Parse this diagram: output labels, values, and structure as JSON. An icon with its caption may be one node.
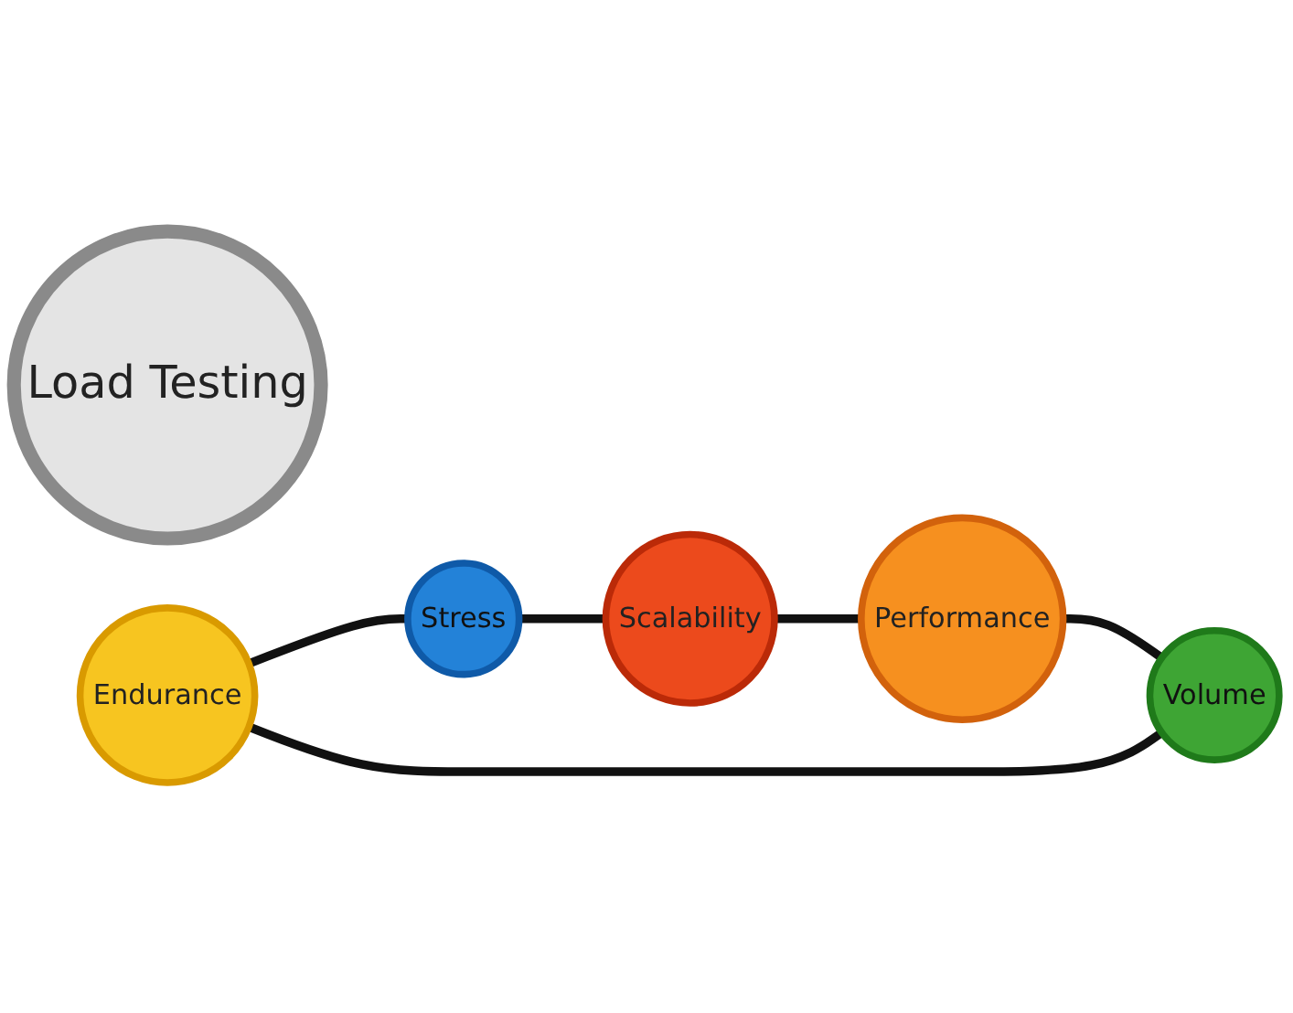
{
  "diagram": {
    "nodes": [
      {
        "text": [
          "Load Testing"
        ]
      },
      {
        "text": [
          "Endurance"
        ]
      },
      {
        "text": [
          "Volume"
        ]
      },
      {
        "text": [
          "Stress"
        ]
      },
      {
        "text": [
          "Performance"
        ]
      },
      {
        "text": [
          "Scalability"
        ]
      }
    ],
    "edges": [
      {
        "from": 1,
        "to": 3,
        "arrow": "none"
      },
      {
        "from": 3,
        "to": 5,
        "arrow": "none"
      },
      {
        "from": 5,
        "to": 4,
        "arrow": "none"
      },
      {
        "from": 4,
        "to": 2,
        "arrow": "none"
      },
      {
        "from": 2,
        "to": 1,
        "arrow": "none"
      }
    ]
  }
}
